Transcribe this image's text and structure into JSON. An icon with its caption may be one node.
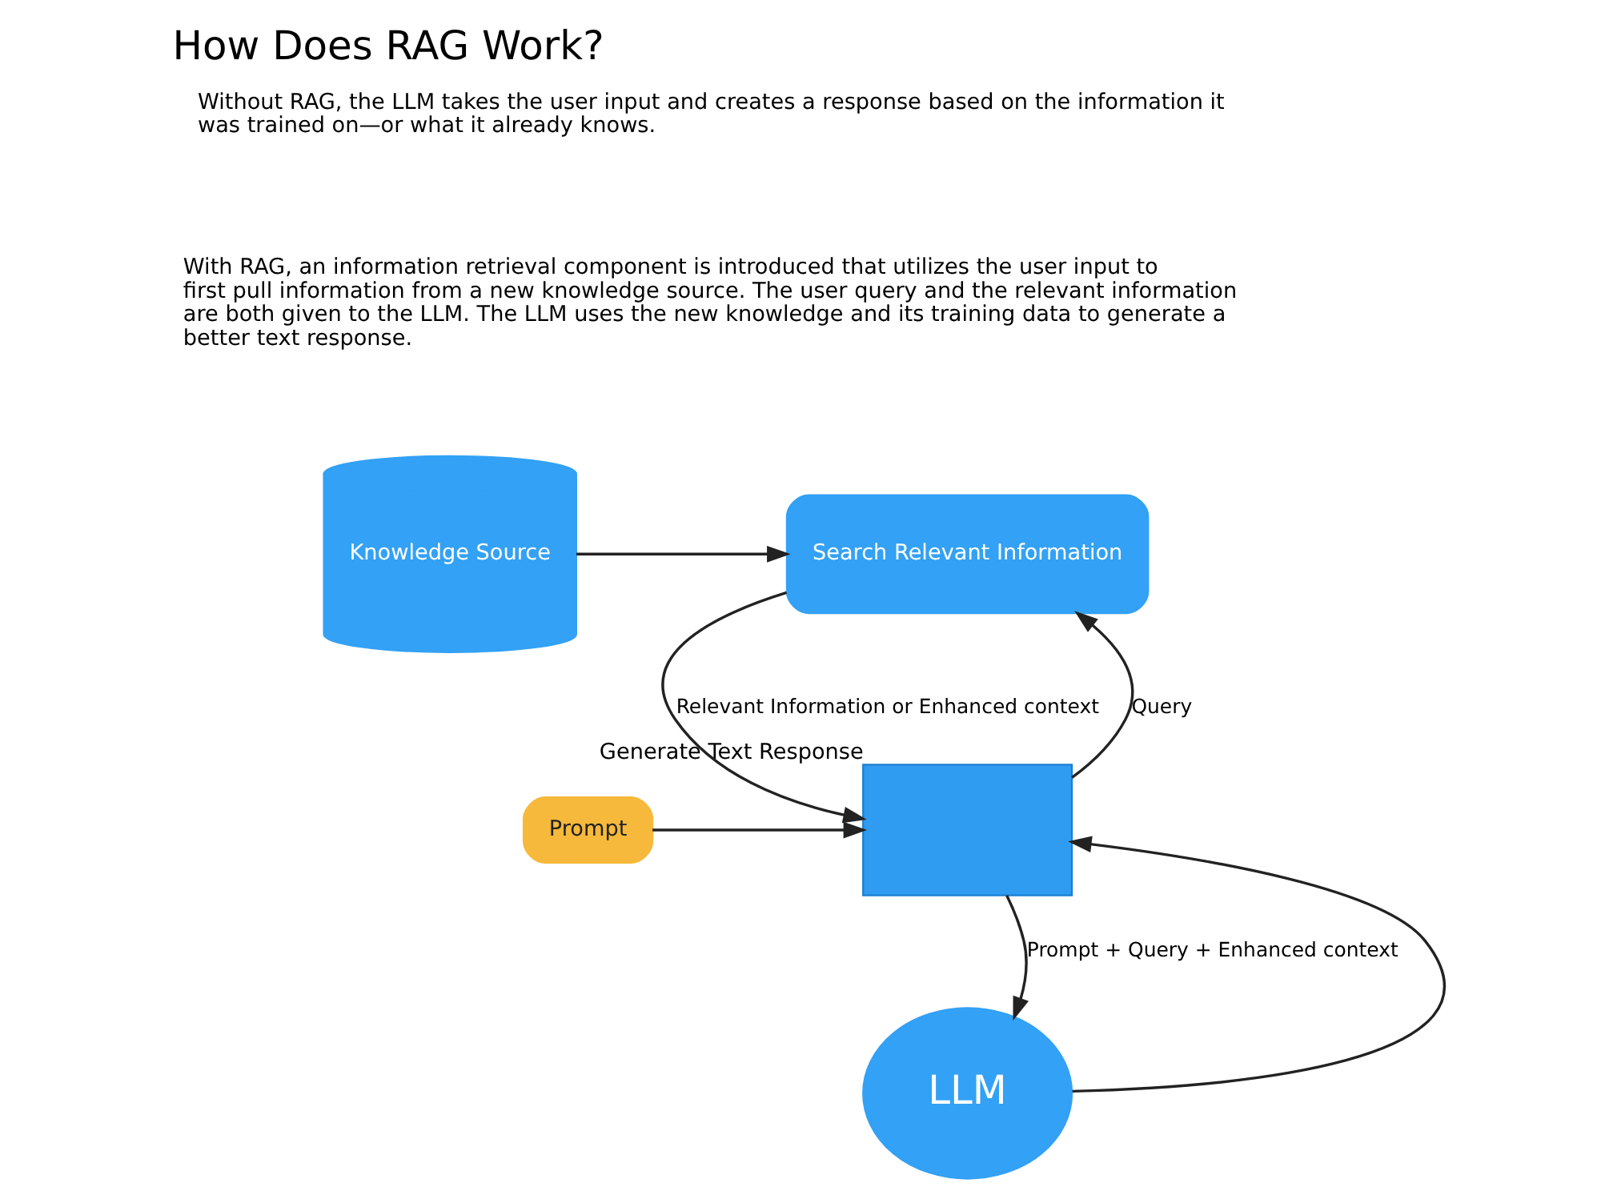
{
  "diagram": {
    "title": "How Does RAG Work?",
    "nodes": [
      {
        "text": [
          "Prompt"
        ]
      },
      {
        "text": [],
        "shape": "laptop",
        "beside": [
          "Generate Text Response"
        ]
      },
      {
        "text": [
          "Search Relevant Information"
        ]
      },
      {
        "text": [
          "Knowledge Source"
        ]
      },
      {
        "text": [
          "LLM"
        ]
      }
    ],
    "edges": [
      {
        "from": 0,
        "to": 1,
        "arrow": "to"
      },
      {
        "from": 1,
        "to": 2,
        "arrow": "to",
        "label": "Query"
      },
      {
        "from": 3,
        "to": 2,
        "arrow": "to"
      },
      {
        "from": 2,
        "to": 1,
        "arrow": "to",
        "label": "Relevant Information or Enhanced context"
      },
      {
        "from": 1,
        "to": 4,
        "arrow": "to",
        "label": "Prompt + Query + Enhanced context"
      },
      {
        "from": 4,
        "to": 1,
        "arrow": "to"
      }
    ],
    "labels": [
      "Without RAG, the LLM takes the user input and creates a response based on the information it was trained on—or what it already knows.",
      "With RAG, an information retrieval component is introduced that utilizes the user input to first pull information from a new knowledge source. The user query and the relevant information are both given to the LLM. The LLM uses the new knowledge and its training data to generate a better text response."
    ]
  }
}
